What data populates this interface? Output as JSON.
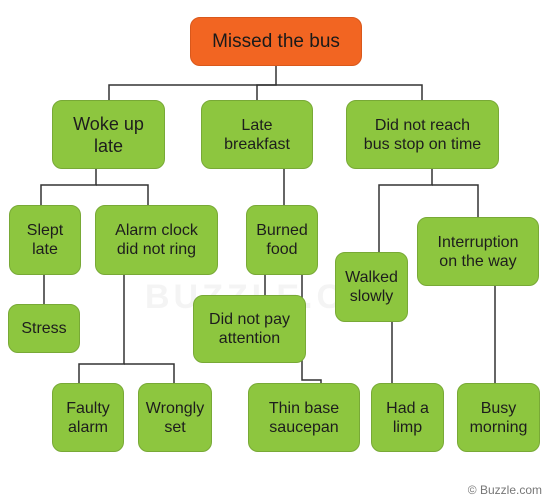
{
  "colors": {
    "root_fill": "#f26522",
    "node_fill": "#8dc63f",
    "connector": "#333333"
  },
  "root": {
    "label": "Missed the bus"
  },
  "level1": {
    "woke_up_late": "Woke up\nlate",
    "late_breakfast": "Late\nbreakfast",
    "did_not_reach": "Did not reach\nbus stop on time"
  },
  "level2": {
    "slept_late": "Slept\nlate",
    "alarm_clock": "Alarm clock\ndid not ring",
    "burned_food": "Burned\nfood",
    "walked_slowly": "Walked\nslowly",
    "interruption": "Interruption\non the way"
  },
  "level3": {
    "stress": "Stress",
    "faulty_alarm": "Faulty\nalarm",
    "wrongly_set": "Wrongly\nset",
    "did_not_pay": "Did not pay\nattention",
    "thin_base": "Thin base\nsaucepan",
    "had_a_limp": "Had a\nlimp",
    "busy_morning": "Busy\nmorning"
  },
  "watermark": "BUZZLE.COM",
  "credit": "© Buzzle.com"
}
